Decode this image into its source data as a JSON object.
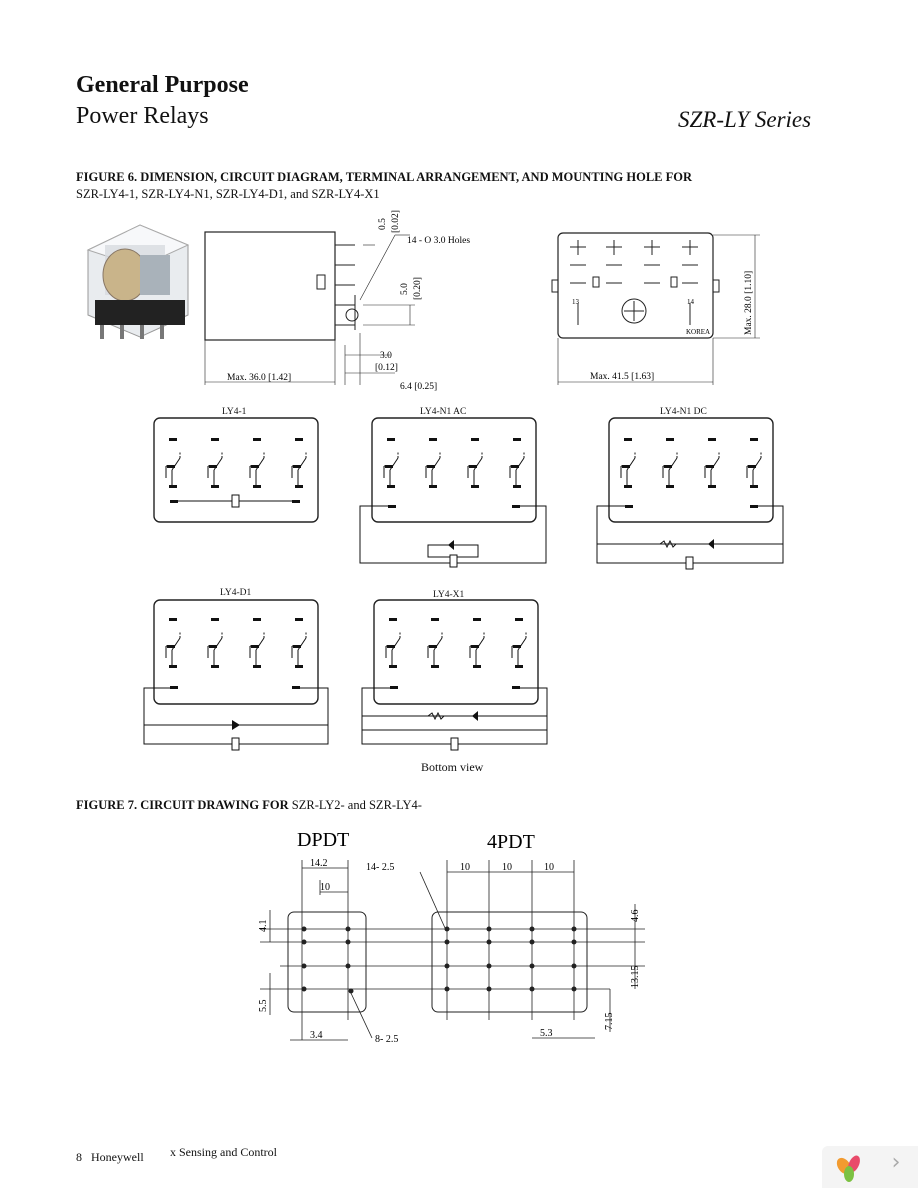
{
  "header": {
    "title": "General Purpose",
    "subtitle": "Power Relays",
    "series": "SZR-LY Series"
  },
  "figure6": {
    "caption_bold": "FIGURE 6. DIMENSION, CIRCUIT DIAGRAM, TERMINAL ARRANGEMENT, AND MOUNTING HOLE FOR",
    "caption_line2": "SZR-LY4-1, SZR-LY4-N1, SZR-LY4-D1, and SZR-LY4-X1",
    "dims": {
      "d05": "0.5",
      "d002": "[0.02]",
      "holes": "14 - Ο 3.0 Holes",
      "d50": "5.0",
      "d020": "[0.20]",
      "d30": "3.0",
      "d012": "[0.12]",
      "max36": "Max. 36.0 [1.42]",
      "d64": "6.4 [0.25]",
      "max28": "Max. 28.0 [1.10]",
      "max415": "Max. 41.5 [1.63]",
      "t13": "13",
      "t14": "14",
      "korea": "KOREA"
    },
    "circuits": [
      "LY4-1",
      "LY4-N1 AC",
      "LY4-N1 DC",
      "LY4-D1",
      "LY4-X1"
    ],
    "bottom_view": "Bottom view"
  },
  "figure7": {
    "caption_bold": "FIGURE 7. CIRCUIT DRAWING FOR",
    "caption_rest": " SZR-LY2- and SZR-LY4-",
    "dpdt": "DPDT",
    "fourpdt": "4PDT",
    "dims": {
      "d142": "14.2",
      "d10": "10",
      "d41": "4.1",
      "d55": "5.5",
      "d34": "3.4",
      "holes8": "8- 2.5",
      "holes14": "14- 2.5",
      "d46": "4.6",
      "d1315": "13.15",
      "d715": "7.15",
      "d53": "5.3"
    }
  },
  "footer": {
    "page": "8",
    "brand": "Honeywell",
    "division": "x Sensing and Control"
  },
  "nav": {
    "next_label": "›"
  }
}
